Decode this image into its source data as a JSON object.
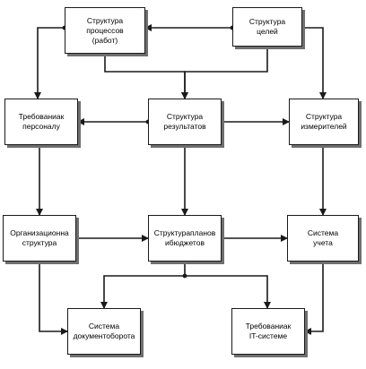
{
  "nodes": [
    {
      "id": "processes",
      "text": "Структура\nпроцессов\n(работ)"
    },
    {
      "id": "goals",
      "text": "Структура\nцелей"
    },
    {
      "id": "personnel",
      "text": "Требованиак\nперсоналу"
    },
    {
      "id": "results",
      "text": "Структура\nрезультатов"
    },
    {
      "id": "meters",
      "text": "Структура\nизмерителей"
    },
    {
      "id": "org",
      "text": "Организационна\nструктура"
    },
    {
      "id": "plans",
      "text": "Структурапланов\nибюджетов"
    },
    {
      "id": "accounting",
      "text": "Система\nучета"
    },
    {
      "id": "docflow",
      "text": "Система\nдокументоборота"
    },
    {
      "id": "it",
      "text": "Требованиак\nIT-системе"
    }
  ],
  "edges": [
    [
      "goals",
      "processes"
    ],
    [
      "processes",
      "personnel"
    ],
    [
      "goals",
      "meters"
    ],
    [
      "processes",
      "results"
    ],
    [
      "goals",
      "results"
    ],
    [
      "results",
      "personnel"
    ],
    [
      "results",
      "meters"
    ],
    [
      "results",
      "plans"
    ],
    [
      "personnel",
      "org"
    ],
    [
      "meters",
      "accounting"
    ],
    [
      "org",
      "plans"
    ],
    [
      "plans",
      "accounting"
    ],
    [
      "org",
      "docflow"
    ],
    [
      "plans",
      "docflow"
    ],
    [
      "plans",
      "it"
    ],
    [
      "accounting",
      "it"
    ]
  ],
  "colors": {
    "line": "#1a1a1a",
    "shadow": "#6f6f6f"
  }
}
